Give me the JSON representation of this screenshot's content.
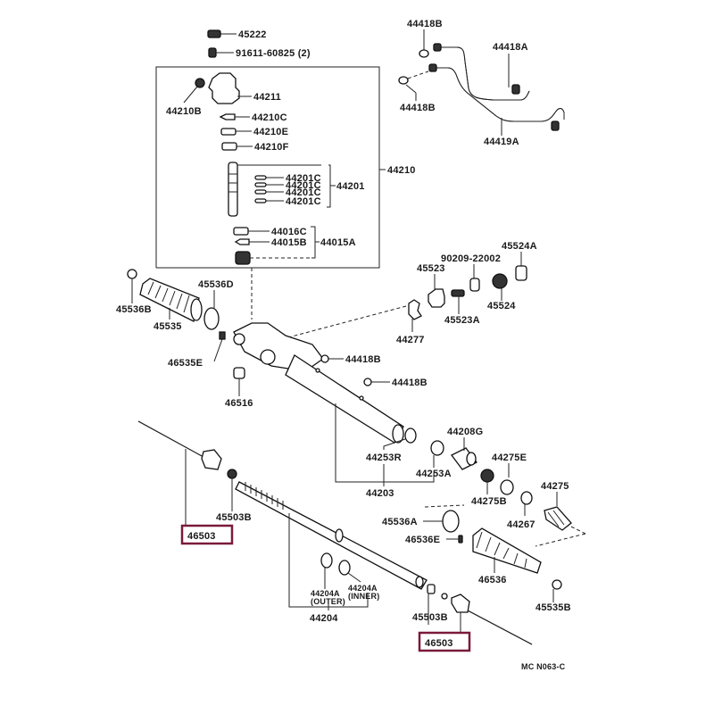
{
  "diagram": {
    "title_code": "MC N063-C",
    "highlight_color": "#7a1a3c",
    "labels": {
      "p45222": "45222",
      "p91611": "91611-60825 (2)",
      "p44210B": "44210B",
      "p44211": "44211",
      "p44210C": "44210C",
      "p44210E": "44210E",
      "p44210F": "44210F",
      "p44201C_1": "44201C",
      "p44201C_2": "44201C",
      "p44201C_3": "44201C",
      "p44201C_4": "44201C",
      "p44201": "44201",
      "p44210": "44210",
      "p44016C": "44016C",
      "p44015B": "44015B",
      "p44015A": "44015A",
      "p44418B_top": "44418B",
      "p44418A": "44418A",
      "p44418B_left": "44418B",
      "p44419A": "44419A",
      "p45524A": "45524A",
      "p90209": "90209-22002",
      "p45523": "45523",
      "p45524": "45524",
      "p45523A": "45523A",
      "p44277": "44277",
      "p45536D": "45536D",
      "p45536B_top": "45536B",
      "p45535": "45535",
      "p46535E": "46535E",
      "p46516": "46516",
      "p44418B_mid1": "44418B",
      "p44418B_mid2": "44418B",
      "p44208G": "44208G",
      "p44253R": "44253R",
      "p44253A": "44253A",
      "p44203": "44203",
      "p44275E": "44275E",
      "p44275B": "44275B",
      "p44275": "44275",
      "p44267": "44267",
      "p45536A": "45536A",
      "p46536E": "46536E",
      "p46536": "46536",
      "p45535B": "45535B",
      "p45503B_left": "45503B",
      "p46503_left": "46503",
      "p44204A_outer": "44204A",
      "p44204A_outer_note": "(OUTER)",
      "p44204A_inner": "44204A",
      "p44204A_inner_note": "(INNER)",
      "p44204": "44204",
      "p45503B_right": "45503B",
      "p46503_right": "46503"
    }
  }
}
